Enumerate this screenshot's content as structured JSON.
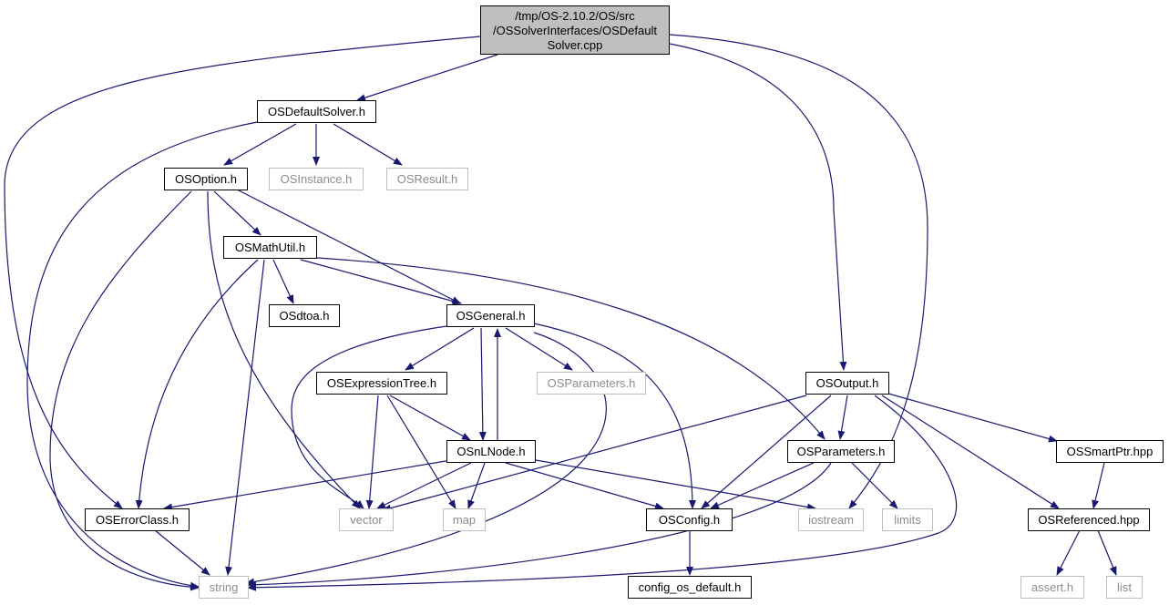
{
  "colors": {
    "edge": "#191970",
    "node_border": "#000000",
    "external_border": "#bfbfbf",
    "external_text": "#8c8c8c",
    "root_fill": "#bfbfbf"
  },
  "nodes": {
    "root": {
      "label": "/tmp/OS-2.10.2/OS/src\n/OSSolverInterfaces/OSDefault\nSolver.cpp"
    },
    "osdefaultsolver": {
      "label": "OSDefaultSolver.h"
    },
    "osoption": {
      "label": "OSOption.h"
    },
    "osinstance": {
      "label": "OSInstance.h"
    },
    "osresult": {
      "label": "OSResult.h"
    },
    "osmathutil": {
      "label": "OSMathUtil.h"
    },
    "osdtoa": {
      "label": "OSdtoa.h"
    },
    "osgeneral": {
      "label": "OSGeneral.h"
    },
    "osexprtree": {
      "label": "OSExpressionTree.h"
    },
    "osparams_ext": {
      "label": "OSParameters.h"
    },
    "osoutput": {
      "label": "OSOutput.h"
    },
    "osnlnode": {
      "label": "OSnLNode.h"
    },
    "osparameters": {
      "label": "OSParameters.h"
    },
    "ossmartptr": {
      "label": "OSSmartPtr.hpp"
    },
    "oserrorclass": {
      "label": "OSErrorClass.h"
    },
    "vector": {
      "label": "vector"
    },
    "map": {
      "label": "map"
    },
    "osconfig": {
      "label": "OSConfig.h"
    },
    "iostream": {
      "label": "iostream"
    },
    "limits": {
      "label": "limits"
    },
    "osreferenced": {
      "label": "OSReferenced.hpp"
    },
    "string": {
      "label": "string"
    },
    "configdefault": {
      "label": "config_os_default.h"
    },
    "assert": {
      "label": "assert.h"
    },
    "list": {
      "label": "list"
    }
  }
}
